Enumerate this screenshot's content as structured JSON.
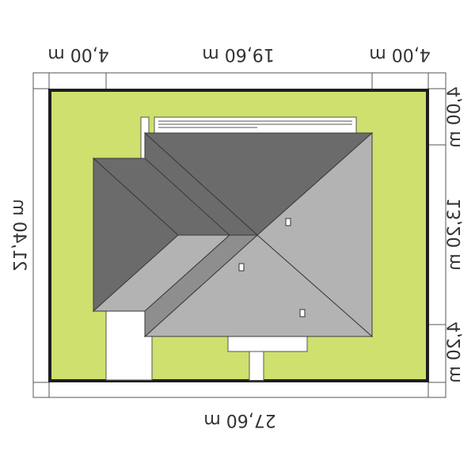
{
  "dimensions": {
    "top_left": "4,00 m",
    "top_center": "19,60 m",
    "top_right": "4,00 m",
    "bottom": "27,60 m",
    "left": "21,40 m",
    "right_top": "4,00 m",
    "right_middle": "13,20 m",
    "right_bottom": "4,20 m"
  },
  "colors": {
    "plot": "#cfe06e",
    "plot_border": "#1e1e1e",
    "roof_dark": "#6b6b6b",
    "roof_light": "#b3b3b3",
    "roof_mid": "#8e8e8e",
    "paving": "#ffffff",
    "frame": "#555555"
  }
}
